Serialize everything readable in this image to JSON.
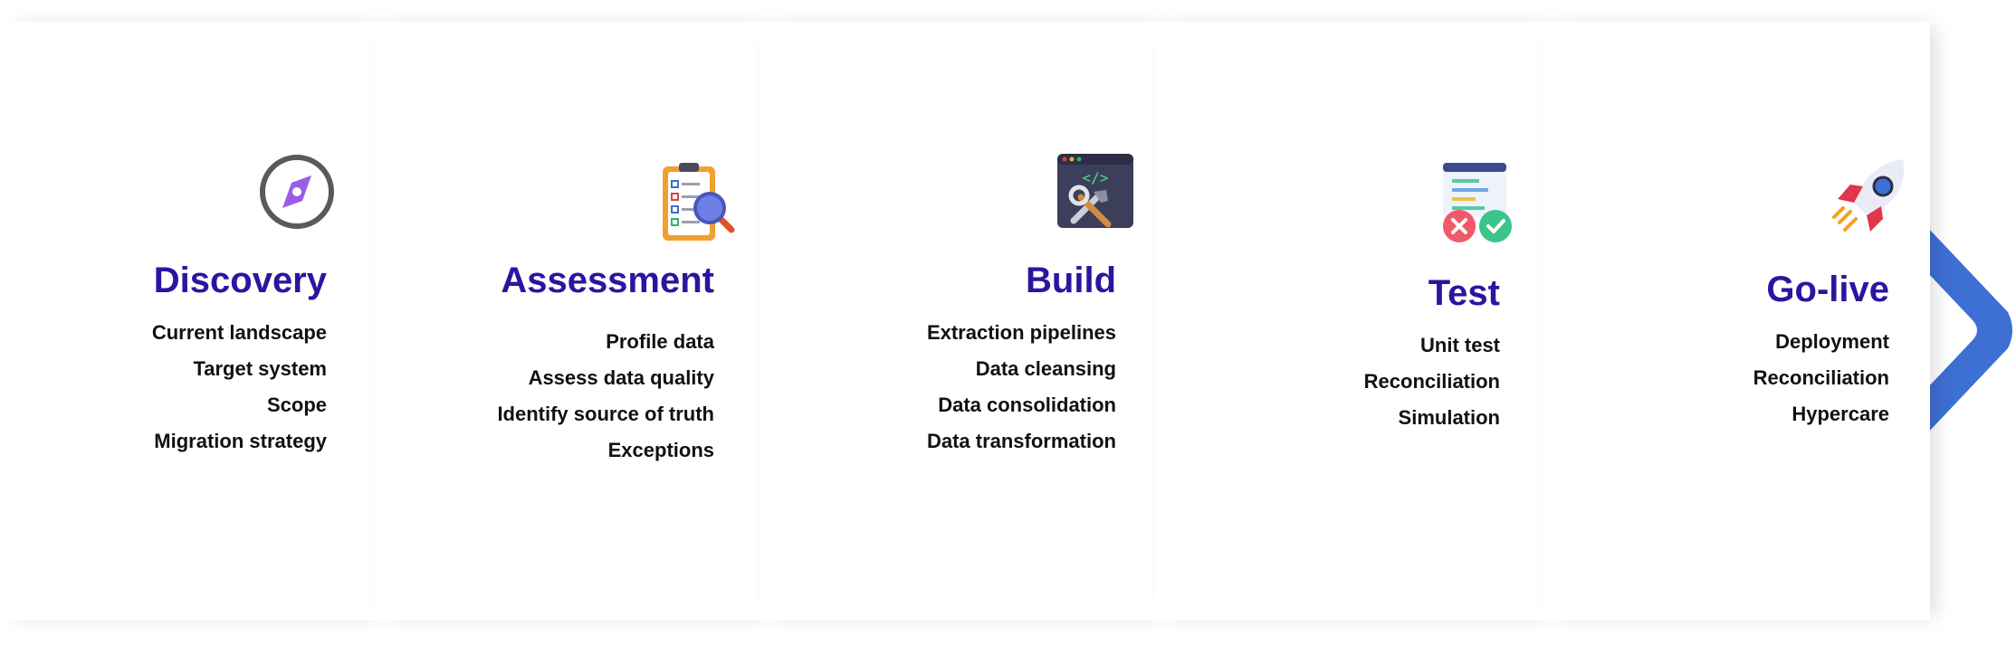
{
  "stages": [
    {
      "title": "Discovery",
      "icon": "compass-icon",
      "items": [
        "Current landscape",
        "Target system",
        "Scope",
        "Migration strategy"
      ]
    },
    {
      "title": "Assessment",
      "icon": "clipboard-magnifier-icon",
      "items": [
        "Profile data",
        "Assess data quality",
        "Identify source of truth",
        "Exceptions"
      ]
    },
    {
      "title": "Build",
      "icon": "code-tools-icon",
      "items": [
        "Extraction pipelines",
        "Data cleansing",
        "Data consolidation",
        "Data transformation"
      ]
    },
    {
      "title": "Test",
      "icon": "test-pass-fail-icon",
      "items": [
        "Unit test",
        "Reconciliation",
        "Simulation"
      ]
    },
    {
      "title": "Go-live",
      "icon": "rocket-icon",
      "items": [
        "Deployment",
        "Reconciliation",
        "Hypercare"
      ]
    }
  ],
  "colors": {
    "title": "#2d14a0",
    "chevron": "#3d6fd4",
    "text": "#111111"
  }
}
